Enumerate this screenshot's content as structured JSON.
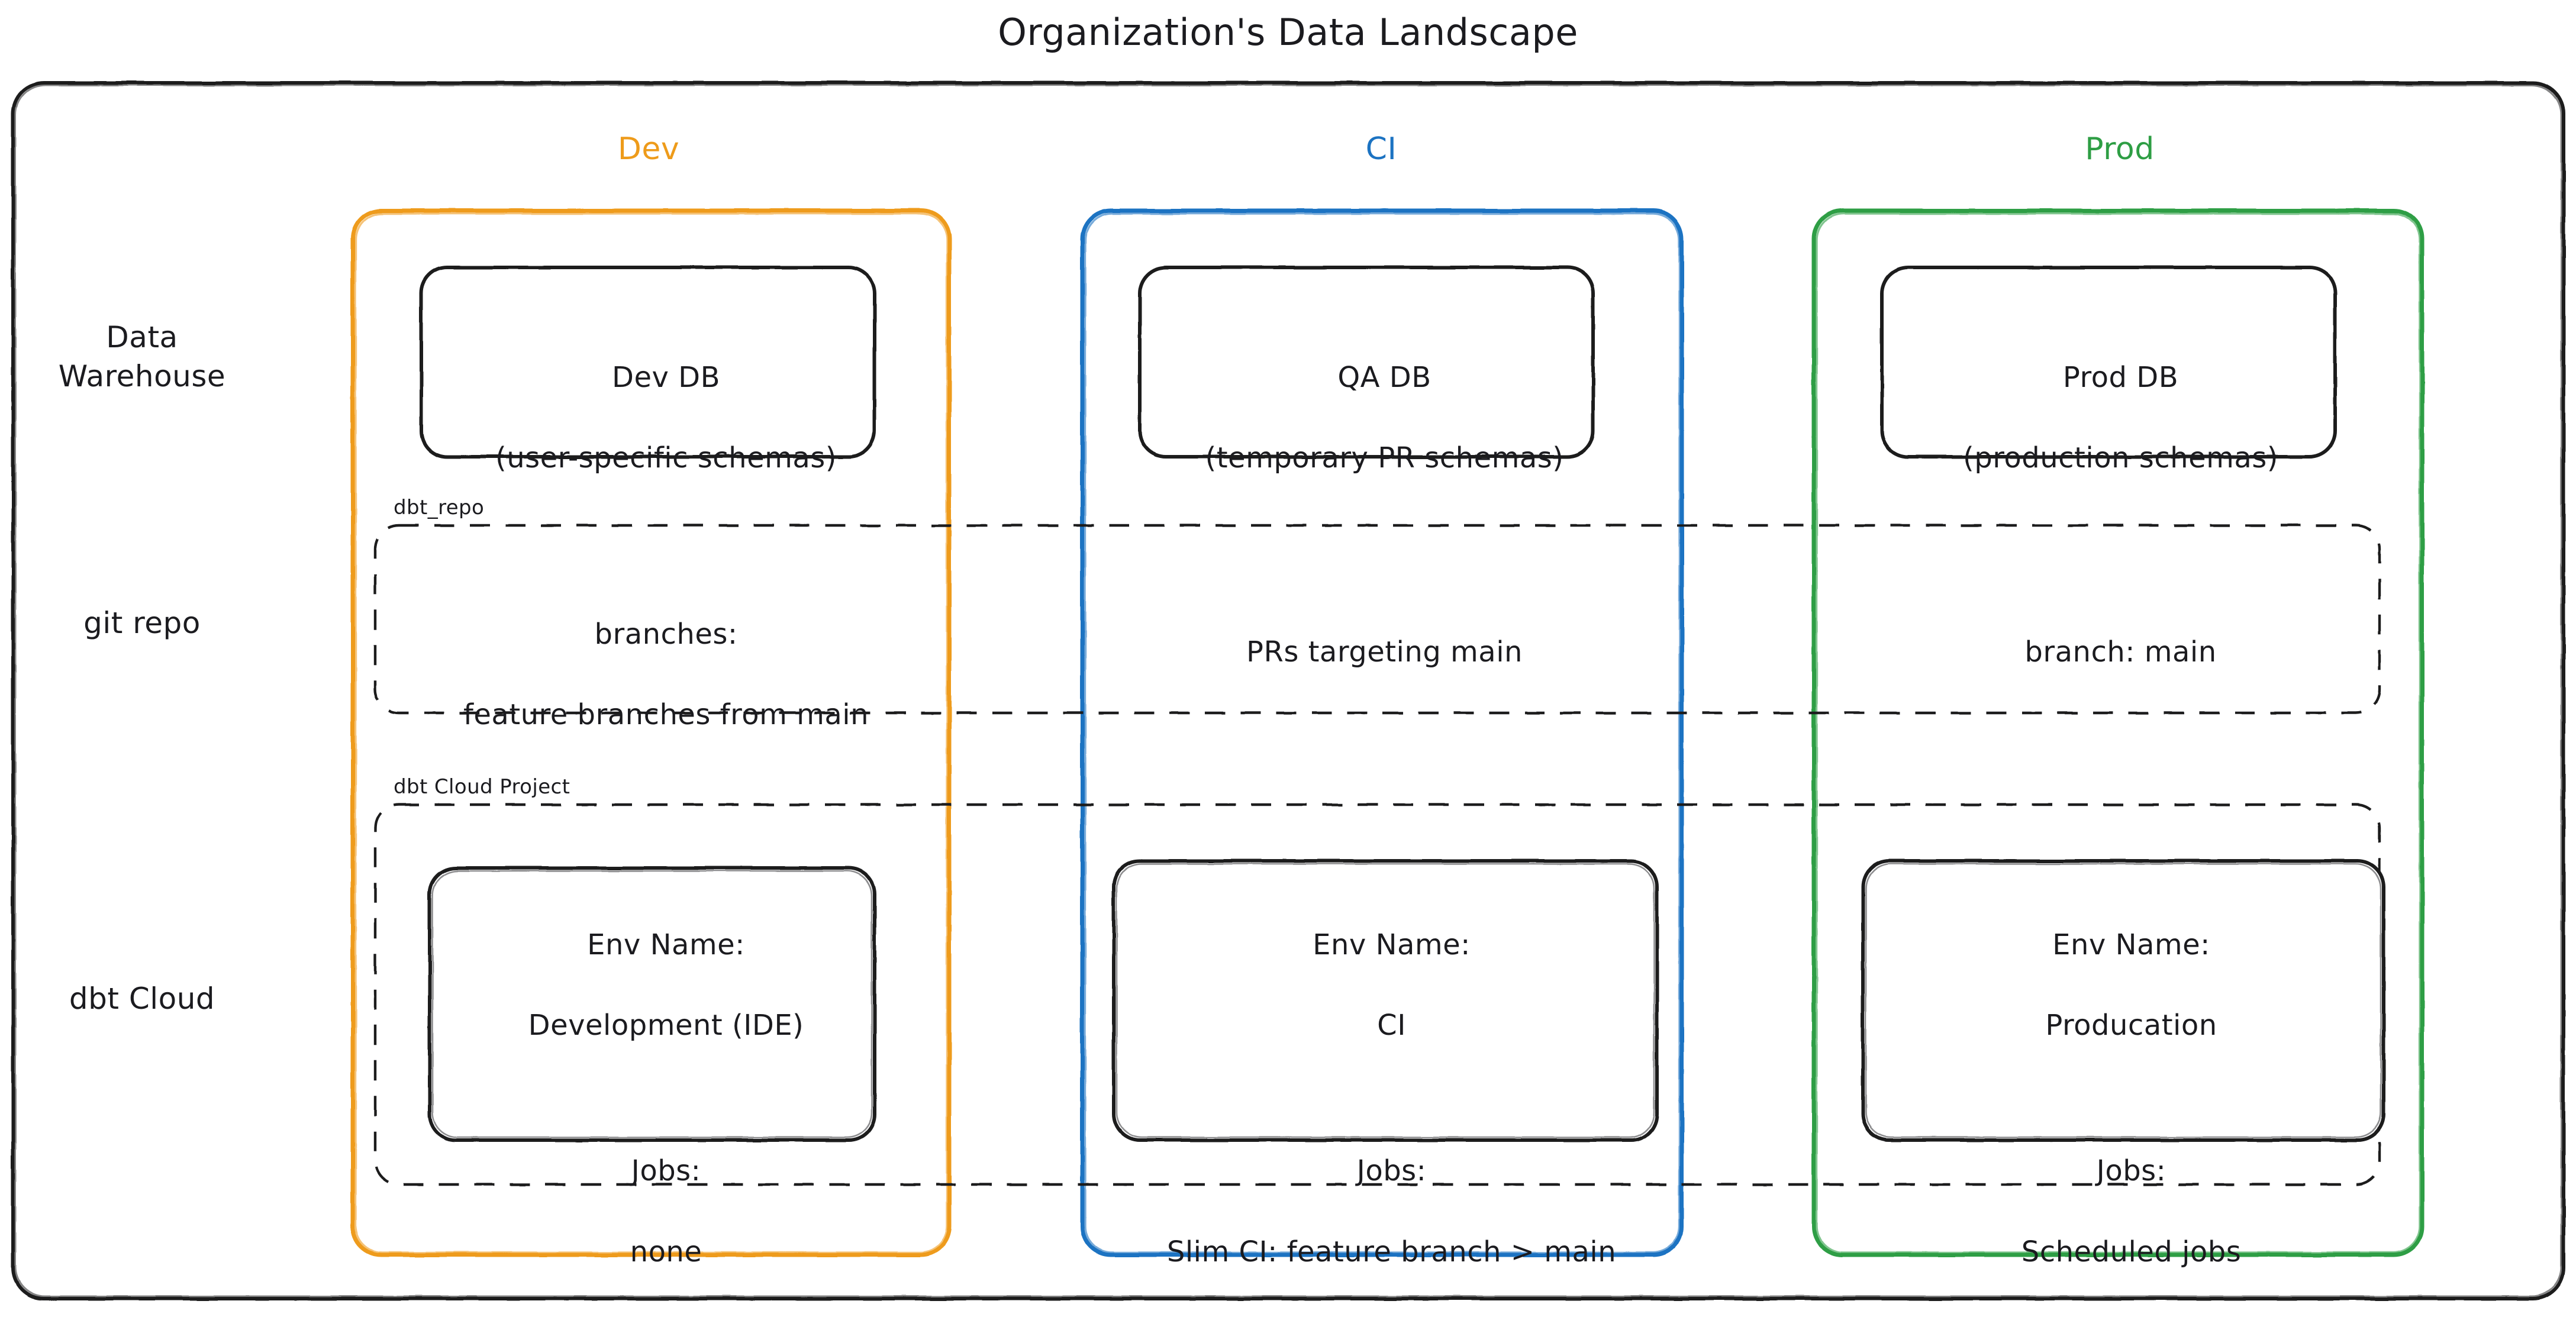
{
  "title": "Organization's Data Landscape",
  "colors": {
    "dev": "#EE9B1A",
    "ci": "#1C73C2",
    "prod": "#2E9E44",
    "stroke": "#1b1b1f",
    "background": "#ffffff"
  },
  "columns": [
    {
      "key": "dev",
      "label": "Dev",
      "color": "#EE9B1A"
    },
    {
      "key": "ci",
      "label": "CI",
      "color": "#1C73C2"
    },
    {
      "key": "prod",
      "label": "Prod",
      "color": "#2E9E44"
    }
  ],
  "rows": [
    {
      "key": "data_warehouse",
      "label": "Data\nWarehouse"
    },
    {
      "key": "git_repo",
      "label": "git repo"
    },
    {
      "key": "dbt_cloud",
      "label": "dbt Cloud"
    }
  ],
  "groups": [
    {
      "key": "dbt_repo",
      "caption": "dbt_repo"
    },
    {
      "key": "dbt_project",
      "caption": "dbt Cloud Project"
    }
  ],
  "cells": {
    "data_warehouse": {
      "dev": {
        "line1": "Dev DB",
        "line2": "(user-specific schemas)"
      },
      "ci": {
        "line1": "QA DB",
        "line2": "(temporary PR schemas)"
      },
      "prod": {
        "line1": "Prod DB",
        "line2": "(production schemas)"
      }
    },
    "git_repo": {
      "dev": {
        "line1": "branches:",
        "line2": "feature branches from main"
      },
      "ci": {
        "line1": "PRs targeting main",
        "line2": ""
      },
      "prod": {
        "line1": "branch: main",
        "line2": ""
      }
    },
    "dbt_cloud": {
      "dev": {
        "env_label": "Env Name:",
        "env_value": "Development (IDE)",
        "jobs_label": "Jobs:",
        "jobs_value": "none"
      },
      "ci": {
        "env_label": "Env Name:",
        "env_value": "CI",
        "jobs_label": "Jobs:",
        "jobs_value": "Slim CI: feature branch > main"
      },
      "prod": {
        "env_label": "Env Name:",
        "env_value": "Producation",
        "jobs_label": "Jobs:",
        "jobs_value": "Scheduled jobs"
      }
    }
  }
}
